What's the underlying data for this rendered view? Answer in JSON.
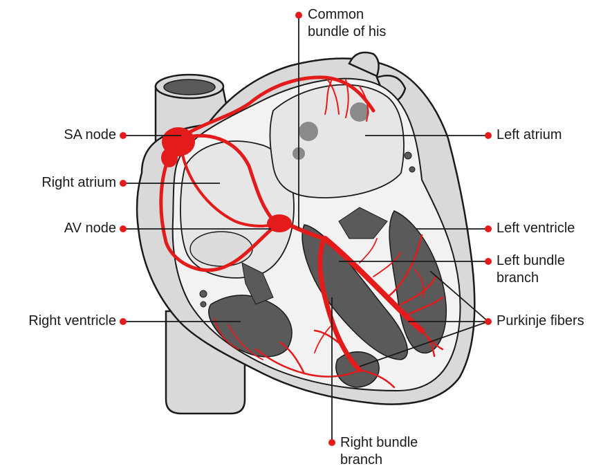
{
  "diagram": {
    "labels": {
      "common_bundle": [
        "Common",
        "bundle of his"
      ],
      "sa_node": "SA node",
      "right_atrium": "Right atrium",
      "av_node": "AV node",
      "right_ventricle": "Right ventricle",
      "left_atrium": "Left atrium",
      "left_ventricle": "Left ventricle",
      "left_bundle": [
        "Left bundle",
        "branch"
      ],
      "purkinje": "Purkinje fibers",
      "right_bundle": [
        "Right bundle",
        "branch"
      ]
    },
    "colors": {
      "conduction": "#e31b1b",
      "heart_fill": "#d9d9d9",
      "heart_dark": "#5a5a5a",
      "chamber": "#e8e8e8",
      "outline": "#1a1a1a"
    }
  }
}
